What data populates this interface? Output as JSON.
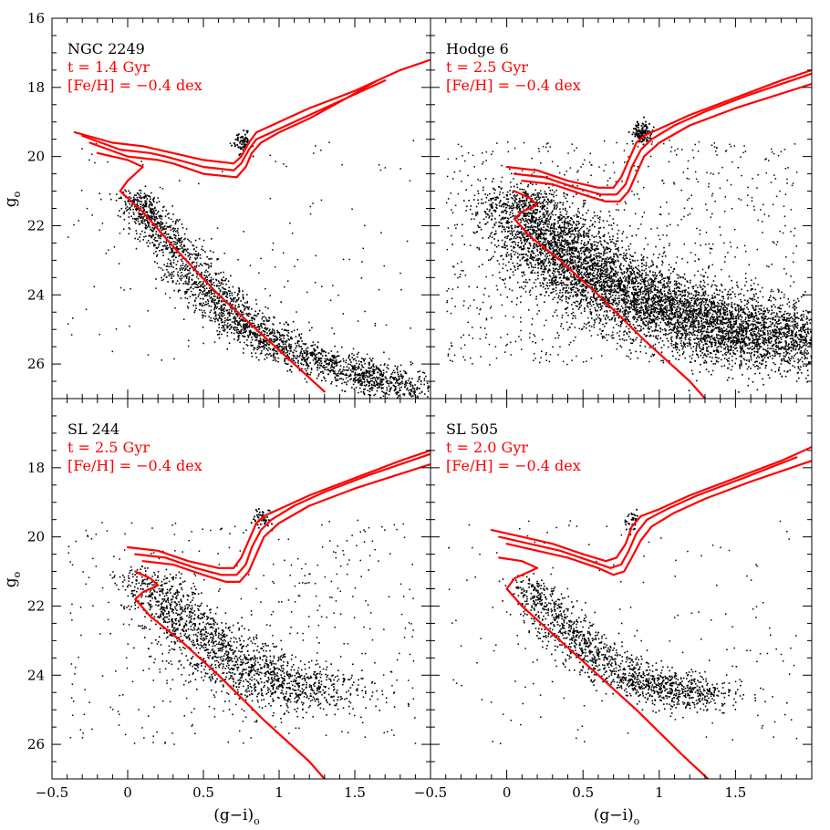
{
  "chart_data": [
    {
      "type": "scatter",
      "title": "NGC 2249",
      "annotations": [
        "t = 1.4 Gyr",
        "[Fe/H] = −0.4 dex"
      ],
      "xlabel": "(g−i)",
      "xlabel_subscript": "o",
      "ylabel": "g",
      "ylabel_subscript": "o",
      "xlim": [
        -0.5,
        2.0
      ],
      "ylim": [
        27.0,
        16.0
      ],
      "y_inverted": true,
      "xticks": [
        "−0.5",
        "0",
        "0.5",
        "1",
        "1.5"
      ],
      "yticks": [
        "16",
        "18",
        "20",
        "22",
        "24",
        "26"
      ],
      "legend": "none",
      "grid": false,
      "point_color": "#000000",
      "isochrone_color": "#ff0000",
      "points_description": "main-sequence band from (0.0, 21.0) to (1.6, 26.5) plus red clump near (0.75, 19.7)",
      "isochrones": [
        {
          "x": [
            -0.35,
            -0.1,
            0.1,
            0.2,
            0.5,
            0.7,
            0.75,
            0.8,
            0.85,
            1.0,
            1.2,
            1.5,
            1.8,
            2.0
          ],
          "y": [
            19.3,
            19.6,
            19.7,
            19.8,
            20.1,
            20.2,
            20.0,
            19.6,
            19.3,
            19.0,
            18.6,
            18.1,
            17.5,
            17.2
          ]
        },
        {
          "x": [
            -0.3,
            -0.05,
            0.15,
            0.25,
            0.5,
            0.7,
            0.75,
            0.8,
            0.85,
            1.0,
            1.2,
            1.5,
            1.7
          ],
          "y": [
            19.4,
            19.8,
            19.9,
            20.0,
            20.3,
            20.4,
            20.2,
            19.8,
            19.5,
            19.2,
            18.8,
            18.2,
            17.8
          ]
        },
        {
          "x": [
            -0.25,
            0.0,
            0.2,
            0.3,
            0.5,
            0.72,
            0.78,
            0.82,
            0.88,
            1.0,
            1.2,
            1.45,
            1.65
          ],
          "y": [
            19.6,
            20.0,
            20.1,
            20.2,
            20.5,
            20.6,
            20.3,
            19.9,
            19.6,
            19.3,
            18.9,
            18.3,
            17.8
          ]
        },
        {
          "x": [
            -0.2,
            0.0,
            0.1,
            0.0,
            -0.05,
            0.1,
            0.3,
            0.6,
            1.0,
            1.3
          ],
          "y": [
            19.9,
            20.1,
            20.3,
            20.7,
            21.0,
            21.6,
            22.6,
            24.0,
            25.6,
            26.8
          ]
        }
      ]
    },
    {
      "type": "scatter",
      "title": "Hodge 6",
      "annotations": [
        "t = 2.5 Gyr",
        "[Fe/H] = −0.4 dex"
      ],
      "xlabel": "(g−i)",
      "xlabel_subscript": "o",
      "ylabel": "g",
      "ylabel_subscript": "o",
      "xlim": [
        -0.5,
        2.0
      ],
      "ylim": [
        27.0,
        16.0
      ],
      "y_inverted": true,
      "xticks": [
        "−0.5",
        "0",
        "0.5",
        "1",
        "1.5"
      ],
      "yticks": [
        "16",
        "18",
        "20",
        "22",
        "24",
        "26"
      ],
      "legend": "none",
      "grid": false,
      "point_color": "#000000",
      "isochrone_color": "#ff0000",
      "points_description": "dense main sequence from (0.05, 21.0) to (1.9, 25.5) plus red clump near (0.88, 19.3)",
      "isochrones": [
        {
          "x": [
            0.0,
            0.2,
            0.4,
            0.6,
            0.7,
            0.75,
            0.8,
            0.85,
            0.9,
            1.0,
            1.2,
            1.5,
            1.8,
            2.0
          ],
          "y": [
            20.3,
            20.4,
            20.7,
            20.9,
            20.9,
            20.6,
            20.1,
            19.6,
            19.4,
            19.2,
            18.8,
            18.3,
            17.8,
            17.5
          ]
        },
        {
          "x": [
            0.05,
            0.25,
            0.45,
            0.62,
            0.72,
            0.78,
            0.82,
            0.88,
            0.95,
            1.1,
            1.3,
            1.6,
            2.0
          ],
          "y": [
            20.5,
            20.6,
            20.9,
            21.1,
            21.1,
            20.8,
            20.3,
            19.8,
            19.5,
            19.1,
            18.7,
            18.2,
            17.6
          ]
        },
        {
          "x": [
            0.1,
            0.3,
            0.5,
            0.65,
            0.74,
            0.8,
            0.85,
            0.9,
            1.0,
            1.2,
            1.5,
            2.0
          ],
          "y": [
            20.7,
            20.8,
            21.1,
            21.3,
            21.3,
            21.0,
            20.5,
            20.0,
            19.6,
            19.1,
            18.6,
            17.9
          ]
        },
        {
          "x": [
            0.05,
            0.15,
            0.2,
            0.1,
            0.05,
            0.15,
            0.35,
            0.6,
            0.9,
            1.2,
            1.3
          ],
          "y": [
            21.0,
            21.2,
            21.4,
            21.6,
            21.8,
            22.3,
            23.0,
            24.0,
            25.3,
            26.5,
            27.0
          ]
        }
      ]
    },
    {
      "type": "scatter",
      "title": "SL 244",
      "annotations": [
        "t = 2.5 Gyr",
        "[Fe/H] = −0.4 dex"
      ],
      "xlabel": "(g−i)",
      "xlabel_subscript": "o",
      "ylabel": "g",
      "ylabel_subscript": "o",
      "xlim": [
        -0.5,
        2.0
      ],
      "ylim": [
        27.0,
        16.0
      ],
      "y_inverted": true,
      "xticks": [
        "−0.5",
        "0",
        "0.5",
        "1",
        "1.5"
      ],
      "yticks": [
        "18",
        "20",
        "22",
        "24",
        "26"
      ],
      "legend": "none",
      "grid": false,
      "point_color": "#000000",
      "isochrone_color": "#ff0000",
      "points_description": "main sequence from (0.1, 21.0) to (1.2, 24.5) plus red clump near (0.88, 19.4)",
      "isochrones": [
        {
          "x": [
            0.0,
            0.2,
            0.4,
            0.6,
            0.7,
            0.75,
            0.8,
            0.85,
            0.9,
            1.0,
            1.2,
            1.5,
            1.8,
            2.0
          ],
          "y": [
            20.3,
            20.4,
            20.7,
            20.9,
            20.9,
            20.6,
            20.1,
            19.6,
            19.4,
            19.2,
            18.8,
            18.3,
            17.8,
            17.5
          ]
        },
        {
          "x": [
            0.05,
            0.25,
            0.45,
            0.62,
            0.72,
            0.78,
            0.82,
            0.88,
            0.95,
            1.1,
            1.3,
            1.6,
            2.0
          ],
          "y": [
            20.5,
            20.6,
            20.9,
            21.1,
            21.1,
            20.8,
            20.3,
            19.8,
            19.5,
            19.1,
            18.7,
            18.2,
            17.6
          ]
        },
        {
          "x": [
            0.1,
            0.3,
            0.5,
            0.65,
            0.74,
            0.8,
            0.85,
            0.9,
            1.0,
            1.2,
            1.5,
            2.0
          ],
          "y": [
            20.7,
            20.8,
            21.1,
            21.3,
            21.3,
            21.0,
            20.5,
            20.0,
            19.6,
            19.1,
            18.6,
            17.9
          ]
        },
        {
          "x": [
            0.05,
            0.15,
            0.2,
            0.1,
            0.05,
            0.15,
            0.35,
            0.6,
            0.9,
            1.2,
            1.3
          ],
          "y": [
            21.0,
            21.2,
            21.4,
            21.6,
            21.8,
            22.3,
            23.0,
            24.0,
            25.3,
            26.5,
            27.0
          ]
        }
      ]
    },
    {
      "type": "scatter",
      "title": "SL 505",
      "annotations": [
        "t = 2.0 Gyr",
        "[Fe/H] = −0.4 dex"
      ],
      "xlabel": "(g−i)",
      "xlabel_subscript": "o",
      "ylabel": "g",
      "ylabel_subscript": "o",
      "xlim": [
        -0.5,
        2.0
      ],
      "ylim": [
        27.0,
        16.0
      ],
      "y_inverted": true,
      "xticks": [
        "−0.5",
        "0",
        "0.5",
        "1",
        "1.5"
      ],
      "yticks": [
        "18",
        "20",
        "22",
        "24",
        "26"
      ],
      "legend": "none",
      "grid": false,
      "point_color": "#000000",
      "isochrone_color": "#ff0000",
      "points_description": "main sequence from (0.1, 21.2) to (1.3, 24.6) plus red clump near (0.82, 19.5)",
      "isochrones": [
        {
          "x": [
            -0.1,
            0.1,
            0.3,
            0.5,
            0.65,
            0.72,
            0.78,
            0.82,
            0.88,
            1.0,
            1.2,
            1.5,
            1.8,
            2.0
          ],
          "y": [
            19.8,
            20.0,
            20.2,
            20.5,
            20.7,
            20.6,
            20.2,
            19.7,
            19.4,
            19.2,
            18.8,
            18.3,
            17.8,
            17.4
          ]
        },
        {
          "x": [
            -0.05,
            0.15,
            0.35,
            0.55,
            0.68,
            0.75,
            0.8,
            0.85,
            0.92,
            1.05,
            1.25,
            1.55,
            1.9
          ],
          "y": [
            20.0,
            20.2,
            20.4,
            20.7,
            20.9,
            20.8,
            20.4,
            19.9,
            19.5,
            19.2,
            18.8,
            18.3,
            17.7
          ]
        },
        {
          "x": [
            0.0,
            0.2,
            0.4,
            0.6,
            0.7,
            0.77,
            0.82,
            0.88,
            0.95,
            1.1,
            1.3,
            1.6,
            2.0
          ],
          "y": [
            20.2,
            20.4,
            20.6,
            20.9,
            21.1,
            21.0,
            20.6,
            20.1,
            19.7,
            19.3,
            18.9,
            18.4,
            17.8
          ]
        },
        {
          "x": [
            -0.05,
            0.1,
            0.2,
            0.05,
            0.0,
            0.1,
            0.3,
            0.55,
            0.85,
            1.15,
            1.32
          ],
          "y": [
            20.6,
            20.7,
            20.9,
            21.2,
            21.5,
            22.0,
            22.8,
            23.8,
            25.0,
            26.3,
            27.0
          ]
        }
      ]
    }
  ]
}
